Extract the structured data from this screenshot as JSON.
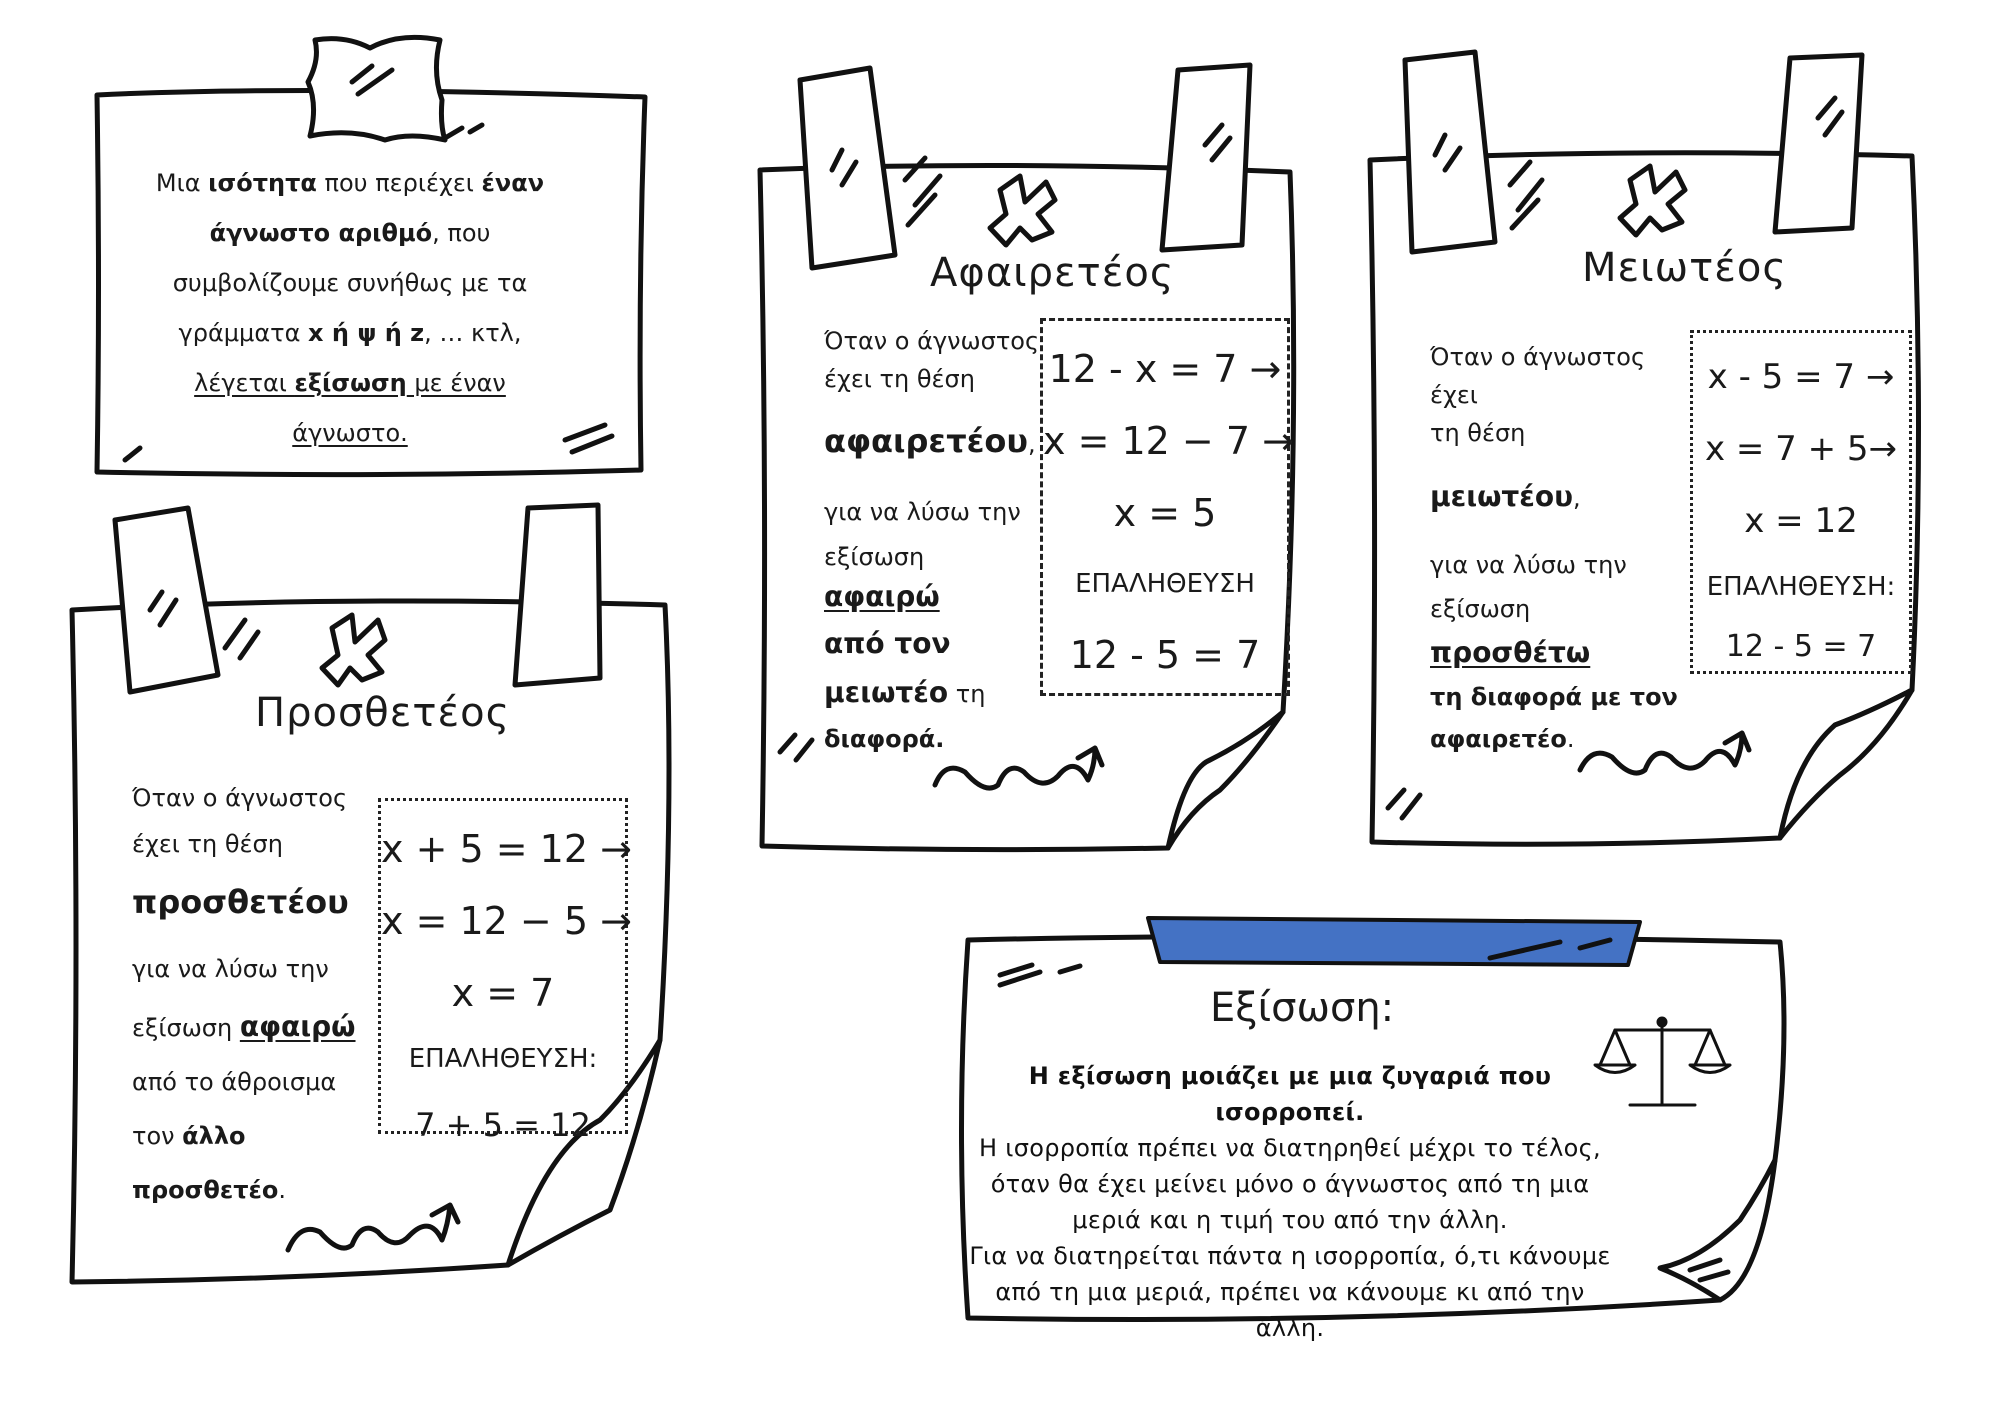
{
  "definition": {
    "line1_a": "Μια ",
    "line1_b": "ισότητα",
    "line1_c": " που περιέχει ",
    "line1_d": "έναν",
    "line2_a": "άγνωστο αριθμό",
    "line2_b": ", που",
    "line3": "συμβολίζουμε συνήθως με τα",
    "line4_a": "γράμματα ",
    "line4_b": "x ή ψ ή z",
    "line4_c": ", … κτλ,",
    "line5_a": "λέγεται ",
    "line5_b": "εξίσωση",
    "line5_c": " με έναν",
    "line6": "άγνωστο."
  },
  "addend": {
    "title": "Προσθετέος",
    "t1": "Όταν ο άγνωστος",
    "t2": "έχει τη θέση",
    "t3": "προσθετέου",
    "t4": "για να λύσω την",
    "t5a": "εξίσωση ",
    "t5b": "αφαιρώ",
    "t6": "από το άθροισμα",
    "t7a": "τον ",
    "t7b": "άλλο",
    "t8a": "προσθετέο",
    "t8b": ".",
    "eq1": "x + 5 = 12 →",
    "eq2": "x = 12 − 5 →",
    "eq3": "x = 7",
    "check_label": "ΕΠΑΛΗΘΕΥΣΗ:",
    "check": "7 + 5 = 12"
  },
  "subtrahend": {
    "title": "Αφαιρετέος",
    "t1": "Όταν ο άγνωστος",
    "t2": "έχει τη θέση",
    "t3a": "αφαιρετέου",
    "t3b": ",",
    "t4": "για να λύσω την",
    "t5a": "εξίσωση ",
    "t5b": "αφαιρώ",
    "t6": "από τον",
    "t7a": "μειωτέο",
    "t7b": " τη",
    "t8": "διαφορά.",
    "eq1": "12 - x = 7 →",
    "eq2": "x = 12 − 7 →",
    "eq3": "x = 5",
    "check_label": "ΕΠΑΛΗΘΕΥΣΗ",
    "check": "12 - 5 = 7"
  },
  "minuend": {
    "title": "Μειωτέος",
    "t1": "Όταν ο άγνωστος έχει",
    "t2": "τη θέση",
    "t3a": "μειωτέου",
    "t3b": ",",
    "t4": "για να λύσω την",
    "t5a": "εξίσωση ",
    "t5b": "προσθέτω",
    "t6": "τη διαφορά με τον",
    "t7a": "αφαιρετέο",
    "t7b": ".",
    "eq1": "x - 5 = 7 →",
    "eq2": "x = 7 + 5→",
    "eq3": "x = 12",
    "check_label": "ΕΠΑΛΗΘΕΥΣΗ:",
    "check": "12 - 5 = 7"
  },
  "balance": {
    "title": "Εξίσωση:",
    "l1": "Η εξίσωση μοιάζει με μια ζυγαριά που ισορροπεί.",
    "l2": "Η ισορροπία πρέπει να διατηρηθεί μέχρι το τέλος,",
    "l3": "όταν θα έχει μείνει μόνο ο άγνωστος από τη μια",
    "l4": "μεριά και η τιμή του από την άλλη.",
    "l5": "Για να διατηρείται πάντα η ισορροπία, ό,τι κάνουμε",
    "l6": "από τη μια μεριά, πρέπει να κάνουμε κι από την άλλη."
  },
  "colors": {
    "tape_blue": "#4472c4",
    "ink": "#111111"
  },
  "icons": [
    "x-mark-icon",
    "squiggle-arrow-icon",
    "balance-scale-icon",
    "tape-icon"
  ]
}
